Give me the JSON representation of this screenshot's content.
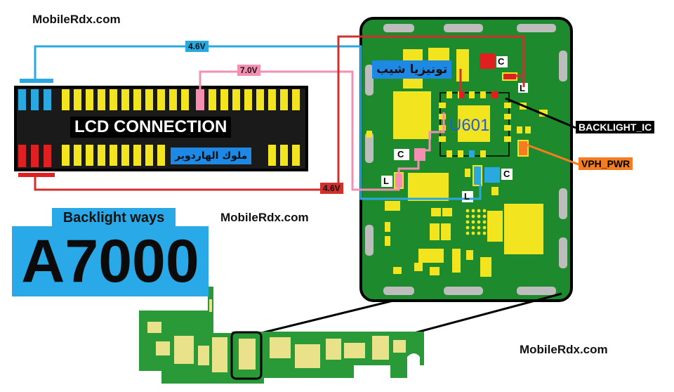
{
  "watermarks": [
    "MobileRdx.com",
    "MobileRdx.com",
    "MobileRdx.com"
  ],
  "lcd": {
    "title": "LCD CONNECTION",
    "arabic": "ملوك الهاردوير"
  },
  "pcb": {
    "arabic": "تونيزيا شيب",
    "ic": "U601"
  },
  "voltages": {
    "top_blue": "4.6V",
    "pink": "7.0V",
    "red": "4.6V"
  },
  "components": {
    "c": "C",
    "l": "L"
  },
  "callouts": {
    "backlight_ic": "BACKLIGHT_IC",
    "vph_pwr": "VPH_PWR"
  },
  "heading": {
    "label": "Backlight ways",
    "model": "A7000"
  },
  "colors": {
    "line_blue": "#2aa9e0",
    "line_pink": "#f48fb1",
    "line_red": "#d32f2f",
    "pcb_green": "#1e8a2e",
    "pad_yellow": "#f2e41e",
    "orange": "#f57c20"
  }
}
